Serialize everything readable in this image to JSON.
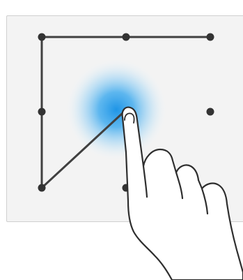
{
  "screen": {
    "description_label": "",
    "background_color": "#ffffff",
    "panel_color": "#f3f3f3",
    "panel_border_color": "#cfcfcf",
    "line_color": "#404040",
    "dot_color": "#333333",
    "glow_color": "#2a9fe8"
  },
  "pattern_lock": {
    "grid_size": 3,
    "dots": [
      {
        "id": "dot-1",
        "row": 1,
        "col": 1,
        "selected": true
      },
      {
        "id": "dot-2",
        "row": 1,
        "col": 2,
        "selected": true
      },
      {
        "id": "dot-3",
        "row": 1,
        "col": 3,
        "selected": true
      },
      {
        "id": "dot-4",
        "row": 2,
        "col": 1,
        "selected": true
      },
      {
        "id": "dot-5",
        "row": 2,
        "col": 2,
        "selected": true
      },
      {
        "id": "dot-6",
        "row": 2,
        "col": 3,
        "selected": false
      },
      {
        "id": "dot-7",
        "row": 3,
        "col": 1,
        "selected": true
      },
      {
        "id": "dot-8",
        "row": 3,
        "col": 2,
        "selected": false
      },
      {
        "id": "dot-9",
        "row": 3,
        "col": 3,
        "selected": false
      }
    ],
    "drawn_path": [
      "dot-3",
      "dot-2",
      "dot-1",
      "dot-4",
      "dot-7",
      "dot-5"
    ],
    "active_touch_dot": "dot-5"
  },
  "icons": {
    "hand": "pointing-hand-icon",
    "touch_glow": "touch-glow-icon"
  }
}
